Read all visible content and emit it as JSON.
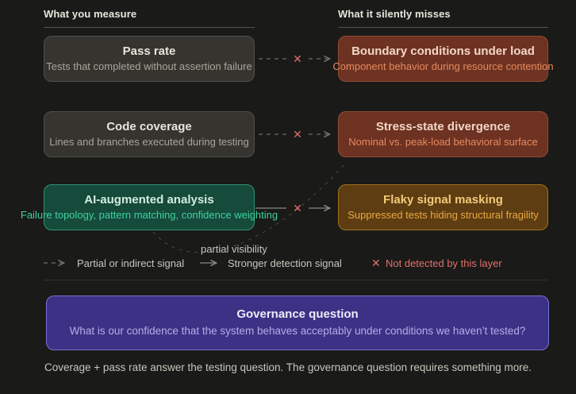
{
  "headers": {
    "left": "What you measure",
    "right": "What it silently misses"
  },
  "rows": [
    {
      "left": {
        "title": "Pass rate",
        "subtitle": "Tests that completed without assertion failure"
      },
      "right": {
        "title": "Boundary conditions under load",
        "subtitle": "Component behavior during resource contention"
      },
      "connector": {
        "style": "dashed",
        "marker": "✕"
      }
    },
    {
      "left": {
        "title": "Code coverage",
        "subtitle": "Lines and branches executed during testing"
      },
      "right": {
        "title": "Stress-state divergence",
        "subtitle": "Nominal vs. peak-load behavioral surface"
      },
      "connector": {
        "style": "dashed",
        "marker": "✕"
      }
    },
    {
      "left": {
        "title": "AI-augmented analysis",
        "subtitle": "Failure topology, pattern matching, confidence weighting"
      },
      "right": {
        "title": "Flaky signal masking",
        "subtitle": "Suppressed tests hiding structural fragility"
      },
      "connector": {
        "style": "solid",
        "marker": "✕"
      }
    }
  ],
  "partial_link_label": "partial visibility",
  "legend": {
    "dashed_label": "Partial or indirect signal",
    "solid_label": "Stronger detection signal",
    "x_marker": "✕",
    "x_label": "Not detected by this layer"
  },
  "governance": {
    "title": "Governance question",
    "subtitle": "What is our confidence that the system behaves acceptably under conditions we haven’t tested?"
  },
  "footer": "Coverage + pass rate answer the testing question. The governance question requires something more.",
  "colors": {
    "background": "#1a1a18",
    "measure_box": "#35342f",
    "miss_red_box": "#6d3222",
    "miss_amber_box": "#5e3d12",
    "ai_teal_box": "#164a3a",
    "governance_box": "#3b3285",
    "x_marker": "#e0706c",
    "teal_accent": "#3ed3a0",
    "amber_accent": "#eaa83f",
    "red_accent": "#e78a5e",
    "purple_accent": "#b5ace9"
  }
}
